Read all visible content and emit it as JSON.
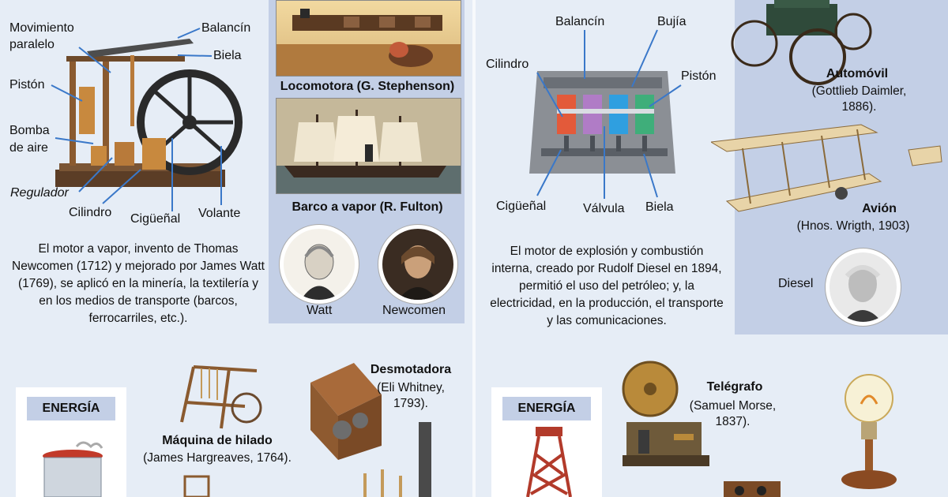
{
  "left": {
    "steam_engine": {
      "labels": {
        "movimiento": "Movimiento\nparalelo",
        "balancin": "Balancín",
        "biela": "Biela",
        "piston": "Pistón",
        "bomba": "Bomba\nde aire",
        "regulador": "Regulador",
        "cilindro": "Cilindro",
        "ciguenal": "Cigüeñal",
        "volante": "Volante"
      },
      "description": "El motor a vapor, invento de Thomas Newcomen (1712) y mejorado por James Watt (1769), se aplicó en la minería, la textilería y en los medios de transporte (barcos, ferrocarriles, etc.)."
    },
    "locomotora_caption": "Locomotora (G. Stephenson)",
    "barco_caption": "Barco a vapor (R. Fulton)",
    "portraits": {
      "watt": "Watt",
      "newcomen": "Newcomen"
    },
    "energia_label": "ENERGÍA",
    "hilado": {
      "title": "Máquina de hilado",
      "detail": "(James Hargreaves, 1764)."
    },
    "desmotadora": {
      "title": "Desmotadora",
      "detail": "(Eli Whitney,\n1793)."
    }
  },
  "right": {
    "engine": {
      "labels": {
        "balancin": "Balancín",
        "bujia": "Bujía",
        "cilindro": "Cilindro",
        "piston": "Pistón",
        "ciguenal": "Cigüeñal",
        "valvula": "Válvula",
        "biela": "Biela"
      },
      "description": "El motor de explosión y combustión interna, creado por Rudolf Diesel en 1894, permitió el uso del petróleo; y, la electricidad, en la producción, el transporte y las comunicaciones."
    },
    "automovil": {
      "title": "Automóvil",
      "detail": "(Gottlieb Daimler,\n1886)."
    },
    "avion": {
      "title": "Avión",
      "detail": "(Hnos. Wrigth, 1903)"
    },
    "diesel_label": "Diesel",
    "energia_label": "ENERGÍA",
    "telegrafo": {
      "title": "Telégrafo",
      "detail": "(Samuel Morse,\n1837)."
    }
  },
  "colors": {
    "background": "#e6edf6",
    "highlight_panel": "#c3cfe6",
    "callout_line": "#3a78c9",
    "piston_colors": [
      "#e35a3a",
      "#b07cc6",
      "#2f9fe0",
      "#3fae7a"
    ]
  }
}
